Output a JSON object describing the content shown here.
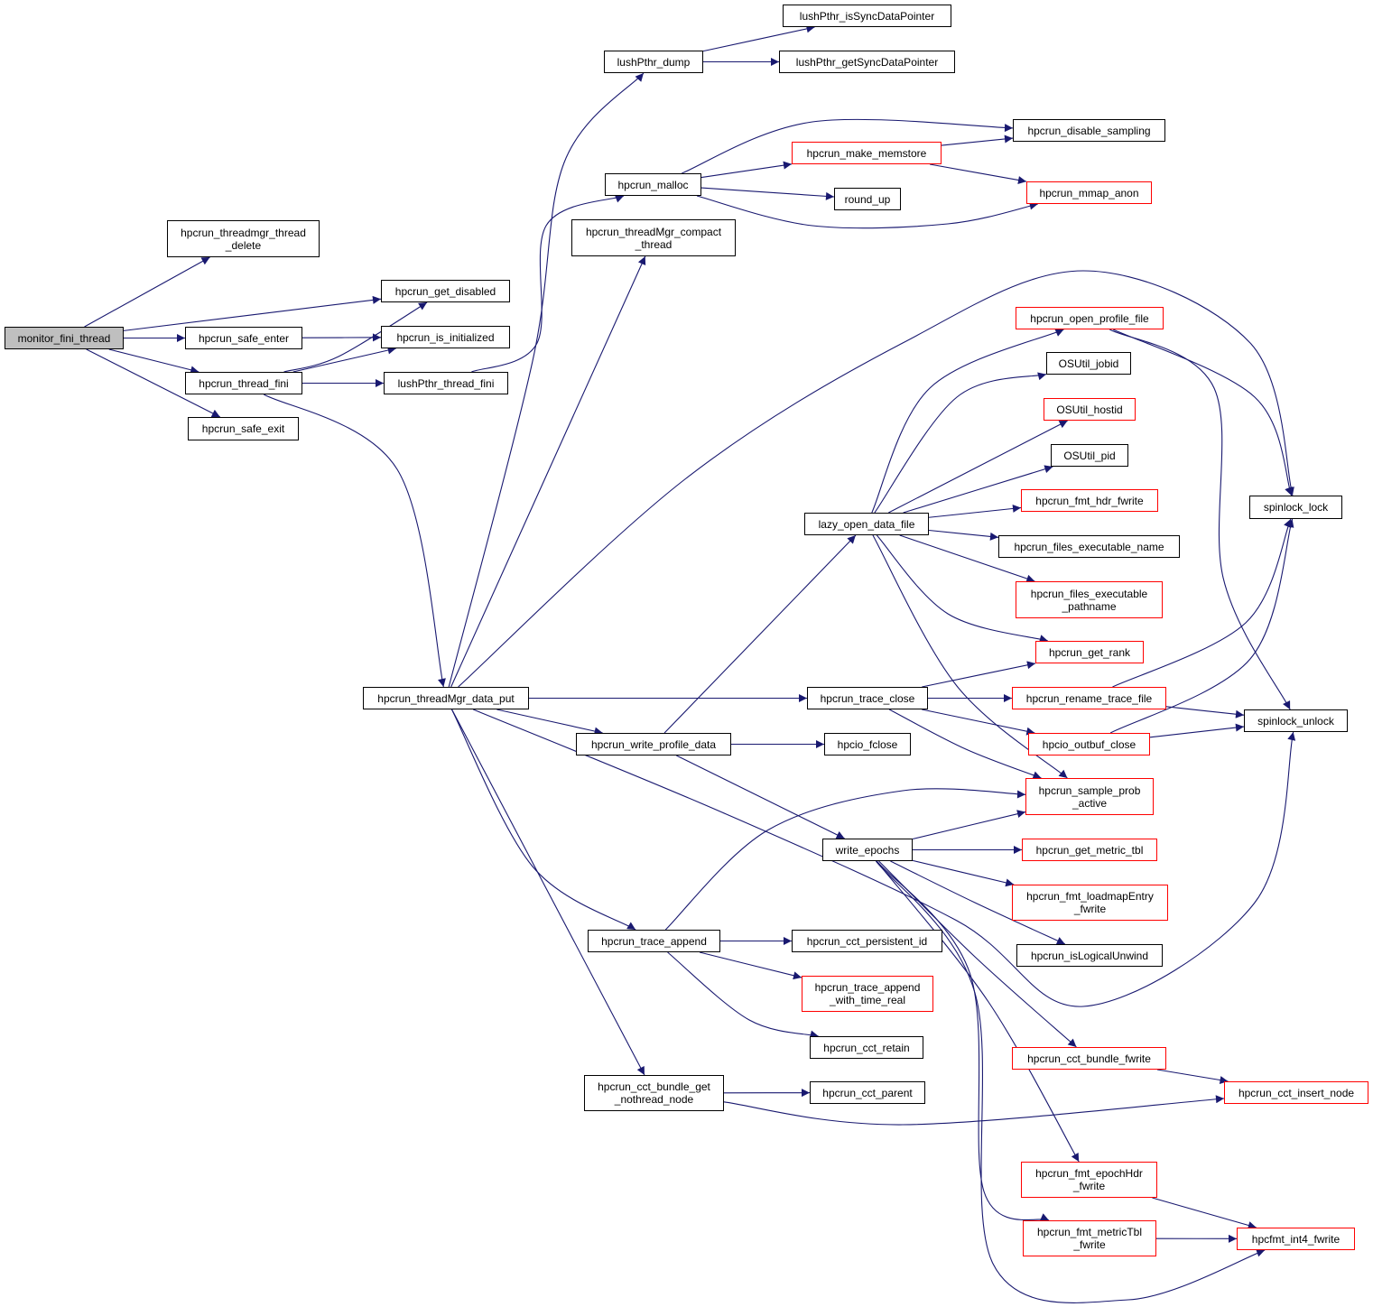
{
  "colors": {
    "edge": "#191970",
    "default_border": "#000000",
    "incomplete_border": "#ff0000",
    "root_fill": "#bfbfbf"
  },
  "nodes": [
    {
      "id": "monitor_fini_thread",
      "label": "monitor_fini_thread",
      "style": "root"
    },
    {
      "id": "threadmgr_thread_delete",
      "label": "hpcrun_threadmgr_thread\n_delete",
      "style": "normal"
    },
    {
      "id": "get_disabled",
      "label": "hpcrun_get_disabled",
      "style": "normal"
    },
    {
      "id": "safe_enter",
      "label": "hpcrun_safe_enter",
      "style": "normal"
    },
    {
      "id": "is_initialized",
      "label": "hpcrun_is_initialized",
      "style": "normal"
    },
    {
      "id": "thread_fini",
      "label": "hpcrun_thread_fini",
      "style": "normal"
    },
    {
      "id": "lush_thread_fini",
      "label": "lushPthr_thread_fini",
      "style": "normal"
    },
    {
      "id": "safe_exit",
      "label": "hpcrun_safe_exit",
      "style": "normal"
    },
    {
      "id": "data_put",
      "label": "hpcrun_threadMgr_data_put",
      "style": "normal"
    },
    {
      "id": "lush_dump",
      "label": "lushPthr_dump",
      "style": "normal"
    },
    {
      "id": "is_sync",
      "label": "lushPthr_isSyncDataPointer",
      "style": "normal"
    },
    {
      "id": "get_sync",
      "label": "lushPthr_getSyncDataPointer",
      "style": "normal"
    },
    {
      "id": "malloc",
      "label": "hpcrun_malloc",
      "style": "normal"
    },
    {
      "id": "compact_thread",
      "label": "hpcrun_threadMgr_compact\n_thread",
      "style": "normal"
    },
    {
      "id": "disable_sampling",
      "label": "hpcrun_disable_sampling",
      "style": "normal"
    },
    {
      "id": "make_memstore",
      "label": "hpcrun_make_memstore",
      "style": "red"
    },
    {
      "id": "round_up",
      "label": "round_up",
      "style": "normal"
    },
    {
      "id": "mmap_anon",
      "label": "hpcrun_mmap_anon",
      "style": "red"
    },
    {
      "id": "open_profile_file",
      "label": "hpcrun_open_profile_file",
      "style": "red"
    },
    {
      "id": "jobid",
      "label": "OSUtil_jobid",
      "style": "normal"
    },
    {
      "id": "hostid",
      "label": "OSUtil_hostid",
      "style": "red"
    },
    {
      "id": "pid",
      "label": "OSUtil_pid",
      "style": "normal"
    },
    {
      "id": "hdr_fwrite",
      "label": "hpcrun_fmt_hdr_fwrite",
      "style": "red"
    },
    {
      "id": "exec_name",
      "label": "hpcrun_files_executable_name",
      "style": "normal"
    },
    {
      "id": "exec_pathname",
      "label": "hpcrun_files_executable\n_pathname",
      "style": "red"
    },
    {
      "id": "get_rank",
      "label": "hpcrun_get_rank",
      "style": "red"
    },
    {
      "id": "lazy_open",
      "label": "lazy_open_data_file",
      "style": "normal"
    },
    {
      "id": "spinlock_lock",
      "label": "spinlock_lock",
      "style": "normal"
    },
    {
      "id": "trace_close",
      "label": "hpcrun_trace_close",
      "style": "normal"
    },
    {
      "id": "rename_trace",
      "label": "hpcrun_rename_trace_file",
      "style": "red"
    },
    {
      "id": "spinlock_unlock",
      "label": "spinlock_unlock",
      "style": "normal"
    },
    {
      "id": "write_profile",
      "label": "hpcrun_write_profile_data",
      "style": "normal"
    },
    {
      "id": "fclose",
      "label": "hpcio_fclose",
      "style": "normal"
    },
    {
      "id": "outbuf_close",
      "label": "hpcio_outbuf_close",
      "style": "red"
    },
    {
      "id": "sample_prob",
      "label": "hpcrun_sample_prob\n_active",
      "style": "red"
    },
    {
      "id": "write_epochs",
      "label": "write_epochs",
      "style": "normal"
    },
    {
      "id": "metric_tbl",
      "label": "hpcrun_get_metric_tbl",
      "style": "red"
    },
    {
      "id": "loadmap",
      "label": "hpcrun_fmt_loadmapEntry\n_fwrite",
      "style": "red"
    },
    {
      "id": "logical_unwind",
      "label": "hpcrun_isLogicalUnwind",
      "style": "normal"
    },
    {
      "id": "trace_append",
      "label": "hpcrun_trace_append",
      "style": "normal"
    },
    {
      "id": "persistent_id",
      "label": "hpcrun_cct_persistent_id",
      "style": "normal"
    },
    {
      "id": "append_time",
      "label": "hpcrun_trace_append\n_with_time_real",
      "style": "red"
    },
    {
      "id": "cct_retain",
      "label": "hpcrun_cct_retain",
      "style": "normal"
    },
    {
      "id": "bundle_fwrite",
      "label": "hpcrun_cct_bundle_fwrite",
      "style": "red"
    },
    {
      "id": "insert_node",
      "label": "hpcrun_cct_insert_node",
      "style": "red"
    },
    {
      "id": "nothread_node",
      "label": "hpcrun_cct_bundle_get\n_nothread_node",
      "style": "normal"
    },
    {
      "id": "cct_parent",
      "label": "hpcrun_cct_parent",
      "style": "normal"
    },
    {
      "id": "epochhdr",
      "label": "hpcrun_fmt_epochHdr\n_fwrite",
      "style": "red"
    },
    {
      "id": "metrictbl_fwrite",
      "label": "hpcrun_fmt_metricTbl\n_fwrite",
      "style": "red"
    },
    {
      "id": "int4",
      "label": "hpcfmt_int4_fwrite",
      "style": "red"
    }
  ],
  "edges": [
    [
      "monitor_fini_thread",
      "threadmgr_thread_delete"
    ],
    [
      "monitor_fini_thread",
      "get_disabled"
    ],
    [
      "monitor_fini_thread",
      "safe_enter"
    ],
    [
      "monitor_fini_thread",
      "thread_fini"
    ],
    [
      "monitor_fini_thread",
      "safe_exit"
    ],
    [
      "safe_enter",
      "is_initialized"
    ],
    [
      "thread_fini",
      "get_disabled"
    ],
    [
      "thread_fini",
      "is_initialized"
    ],
    [
      "thread_fini",
      "lush_thread_fini"
    ],
    [
      "thread_fini",
      "data_put"
    ],
    [
      "lush_thread_fini",
      "malloc"
    ],
    [
      "data_put",
      "lush_dump"
    ],
    [
      "data_put",
      "compact_thread"
    ],
    [
      "data_put",
      "spinlock_lock"
    ],
    [
      "data_put",
      "trace_close"
    ],
    [
      "data_put",
      "write_profile"
    ],
    [
      "data_put",
      "trace_append"
    ],
    [
      "data_put",
      "nothread_node"
    ],
    [
      "data_put",
      "spinlock_unlock"
    ],
    [
      "lush_dump",
      "is_sync"
    ],
    [
      "lush_dump",
      "get_sync"
    ],
    [
      "malloc",
      "disable_sampling"
    ],
    [
      "malloc",
      "make_memstore"
    ],
    [
      "malloc",
      "round_up"
    ],
    [
      "malloc",
      "mmap_anon"
    ],
    [
      "make_memstore",
      "disable_sampling"
    ],
    [
      "make_memstore",
      "mmap_anon"
    ],
    [
      "write_profile",
      "lazy_open"
    ],
    [
      "write_profile",
      "fclose"
    ],
    [
      "write_profile",
      "write_epochs"
    ],
    [
      "lazy_open",
      "open_profile_file"
    ],
    [
      "lazy_open",
      "jobid"
    ],
    [
      "lazy_open",
      "hostid"
    ],
    [
      "lazy_open",
      "pid"
    ],
    [
      "lazy_open",
      "hdr_fwrite"
    ],
    [
      "lazy_open",
      "exec_name"
    ],
    [
      "lazy_open",
      "exec_pathname"
    ],
    [
      "lazy_open",
      "get_rank"
    ],
    [
      "lazy_open",
      "sample_prob"
    ],
    [
      "open_profile_file",
      "spinlock_lock"
    ],
    [
      "open_profile_file",
      "spinlock_unlock"
    ],
    [
      "trace_close",
      "get_rank"
    ],
    [
      "trace_close",
      "rename_trace"
    ],
    [
      "trace_close",
      "outbuf_close"
    ],
    [
      "trace_close",
      "sample_prob"
    ],
    [
      "rename_trace",
      "spinlock_lock"
    ],
    [
      "rename_trace",
      "spinlock_unlock"
    ],
    [
      "outbuf_close",
      "spinlock_lock"
    ],
    [
      "outbuf_close",
      "spinlock_unlock"
    ],
    [
      "write_epochs",
      "sample_prob"
    ],
    [
      "write_epochs",
      "metric_tbl"
    ],
    [
      "write_epochs",
      "loadmap"
    ],
    [
      "write_epochs",
      "logical_unwind"
    ],
    [
      "write_epochs",
      "bundle_fwrite"
    ],
    [
      "write_epochs",
      "epochhdr"
    ],
    [
      "write_epochs",
      "metrictbl_fwrite"
    ],
    [
      "write_epochs",
      "int4"
    ],
    [
      "trace_append",
      "sample_prob"
    ],
    [
      "trace_append",
      "persistent_id"
    ],
    [
      "trace_append",
      "append_time"
    ],
    [
      "trace_append",
      "cct_retain"
    ],
    [
      "nothread_node",
      "cct_parent"
    ],
    [
      "nothread_node",
      "insert_node"
    ],
    [
      "bundle_fwrite",
      "insert_node"
    ],
    [
      "epochhdr",
      "int4"
    ],
    [
      "metrictbl_fwrite",
      "int4"
    ]
  ]
}
